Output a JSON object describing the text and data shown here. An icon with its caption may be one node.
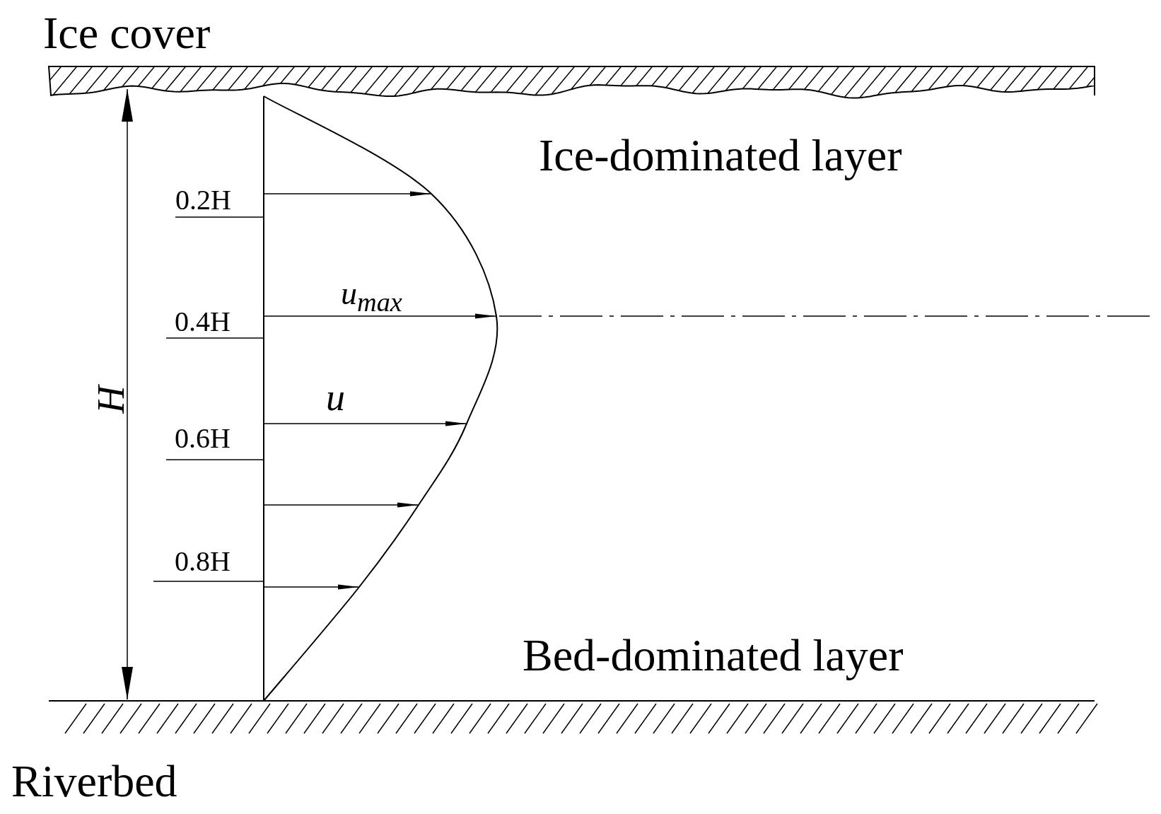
{
  "diagram": {
    "labels": [
      "Ice cover",
      "Ice-dominated layer",
      "0.2H",
      "u$_{max}$",
      "0.4H",
      "H",
      "u",
      "0.6H",
      "0.8H",
      "Bed-dominated layer",
      "Riverbed"
    ]
  }
}
